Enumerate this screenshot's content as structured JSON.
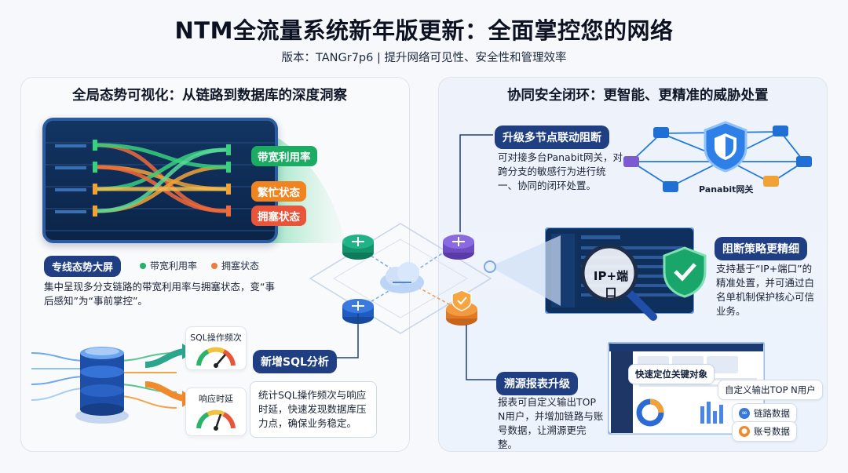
{
  "header": {
    "title": "NTM全流量系统新年版更新：全面掌控您的网络",
    "subtitle": "版本：TANGr7p6 | 提升网络可见性、安全性和管理效率"
  },
  "left": {
    "title": "全局态势可视化：从链路到数据库的深度洞察",
    "screen_tags": {
      "bandwidth": "带宽利用率",
      "busy": "繁忙状态",
      "congestion": "拥塞状态"
    },
    "dashboard_label": "专线态势大屏",
    "legend": [
      {
        "label": "带宽利用率",
        "color": "#22b36a"
      },
      {
        "label": "拥塞状态",
        "color": "#ee7b3a"
      }
    ],
    "dashboard_desc": "集中呈现多分支链路的带宽利用率与拥塞状态，变“事后感知”为“事前掌控”。",
    "gauges": [
      {
        "label": "SQL操作频次"
      },
      {
        "label": "响应时延"
      }
    ],
    "sql_label": "新增SQL分析",
    "sql_desc": "统计SQL操作频次与响应时延，快速发现数据库压力点，确保业务稳定。"
  },
  "right": {
    "title": "协同安全闭环：更智能、更精准的威胁处置",
    "block": {
      "label": "升级多节点联动阻断",
      "desc": "可对接多台Panabit网关，对跨分支的敏感行为进行统一、协同的闭环处置。",
      "gateway_label": "Panabit网关"
    },
    "policy": {
      "label": "阻断策略更精细",
      "magnifier_text": "IP+端口",
      "desc": "支持基于“IP+端口”的精准处置，并可通过白名单机制保护核心可信业务。"
    },
    "report": {
      "label": "溯源报表升级",
      "desc": "报表可自定义输出TOP N用户，并增加链路与账号数据，让溯源更完整。",
      "locate_chip": "快速定位关键对象",
      "topn_chip": "自定义输出TOP N用户",
      "link_chip": "链路数据",
      "account_chip": "账号数据"
    }
  },
  "colors": {
    "navy": "#1f3f82",
    "green": "#1bab63",
    "orange": "#ef8420",
    "red": "#e8553a"
  }
}
